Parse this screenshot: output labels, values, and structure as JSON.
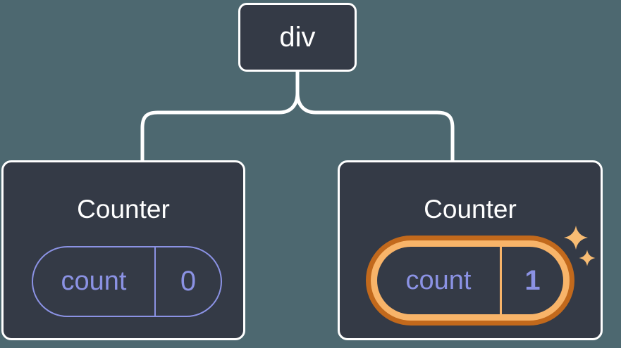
{
  "colors": {
    "background": "#4d6870",
    "node_bg": "#343a46",
    "node_border": "#ffffff",
    "state_accent": "#8b92e4",
    "highlight_dark": "#c2691c",
    "highlight_light": "#f8b469",
    "sparkle": "#f8bc73"
  },
  "tree": {
    "root": {
      "label": "div"
    },
    "children": [
      {
        "title": "Counter",
        "state_key": "count",
        "state_value": "0",
        "highlighted": false
      },
      {
        "title": "Counter",
        "state_key": "count",
        "state_value": "1",
        "highlighted": true
      }
    ]
  }
}
